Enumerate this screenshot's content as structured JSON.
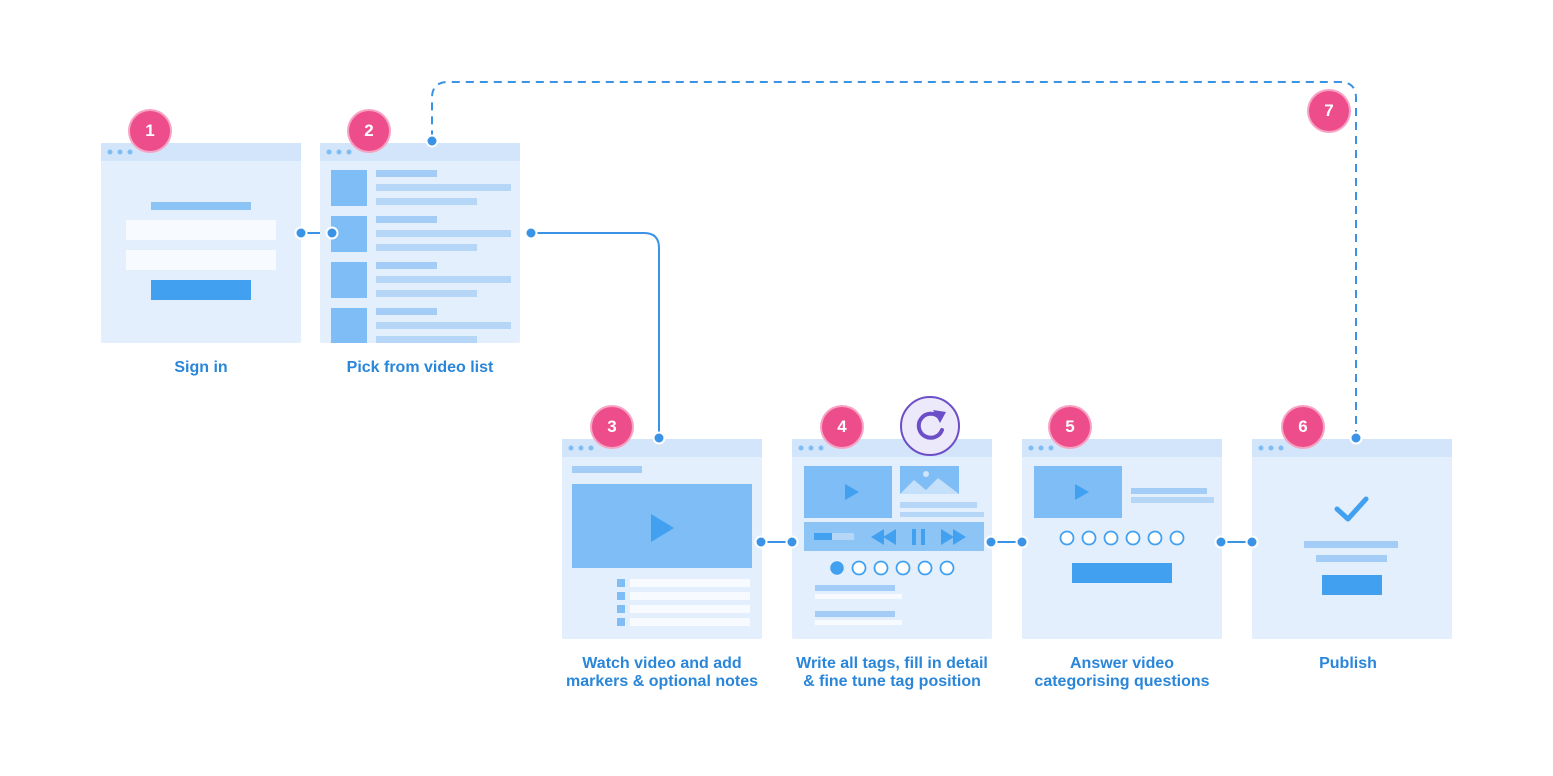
{
  "steps": [
    {
      "number": "1",
      "label": "Sign in"
    },
    {
      "number": "2",
      "label": "Pick from video list"
    },
    {
      "number": "3",
      "label_line1": "Watch video and add",
      "label_line2": "markers & optional notes"
    },
    {
      "number": "4",
      "label_line1": "Write all tags, fill in detail",
      "label_line2": "& fine tune tag position"
    },
    {
      "number": "5",
      "label_line1": "Answer video",
      "label_line2": "categorising questions"
    },
    {
      "number": "6",
      "label": "Publish"
    },
    {
      "number": "7"
    }
  ],
  "icons": {
    "refresh": "refresh-icon",
    "play": "play-icon",
    "check": "checkmark-icon"
  },
  "colors": {
    "screen_bg": "#e3effc",
    "screen_bar": "#d2e5fa",
    "block": "#7ebdf5",
    "line_light": "#b5d6f7",
    "accent": "#41a0f0",
    "connector": "#3b93e6",
    "badge": "#ee4d8b",
    "label": "#2a86d9",
    "refresh": "#6c4fc8"
  }
}
